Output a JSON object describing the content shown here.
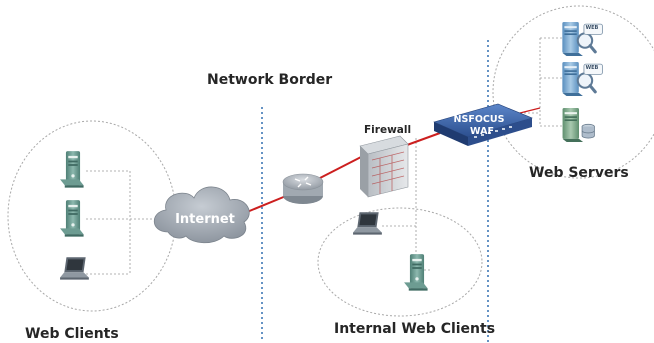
{
  "labels": {
    "network_border": "Network Border",
    "firewall": "Firewall",
    "web_servers": "Web  Servers",
    "web_clients": "Web Clients",
    "internal_web_clients": "Internal Web Clients",
    "internet": "Internet",
    "waf_line1": "NSFOCUS",
    "waf_line2": "WAF",
    "web_tag": "WEB"
  },
  "colors": {
    "link": "#cc1f1f",
    "border_line": "#3f78b5",
    "group_outline": "#a8a8a8",
    "connector": "#9a9a9a",
    "client_icon": "#5f8f86",
    "server_icon": "#6b9fc9",
    "waf_body": "#3a63a8"
  },
  "icons": {
    "external_clients": [
      "desktop-tower-icon",
      "desktop-tower-icon",
      "laptop-icon"
    ],
    "internal_clients": [
      "laptop-icon",
      "desktop-tower-icon"
    ],
    "servers": [
      "web-server-icon",
      "web-server-icon",
      "database-server-icon"
    ],
    "router": "router-icon",
    "firewall": "firewall-icon",
    "cloud": "cloud-icon",
    "waf": "waf-appliance-icon"
  }
}
